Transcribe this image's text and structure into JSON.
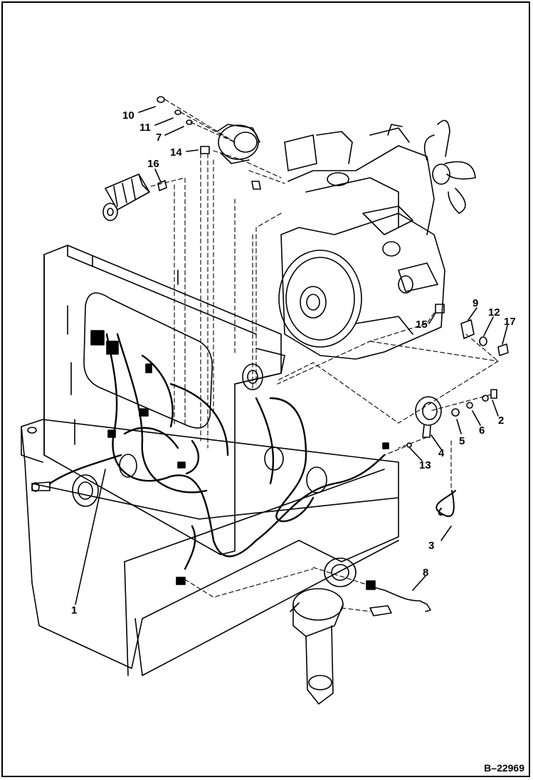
{
  "figure_id": "B–22969",
  "callouts": [
    "1",
    "2",
    "3",
    "4",
    "5",
    "6",
    "7",
    "8",
    "9",
    "10",
    "11",
    "12",
    "13",
    "14",
    "15",
    "16",
    "17"
  ],
  "colors": {
    "line": "#000000",
    "background": "#ffffff"
  }
}
